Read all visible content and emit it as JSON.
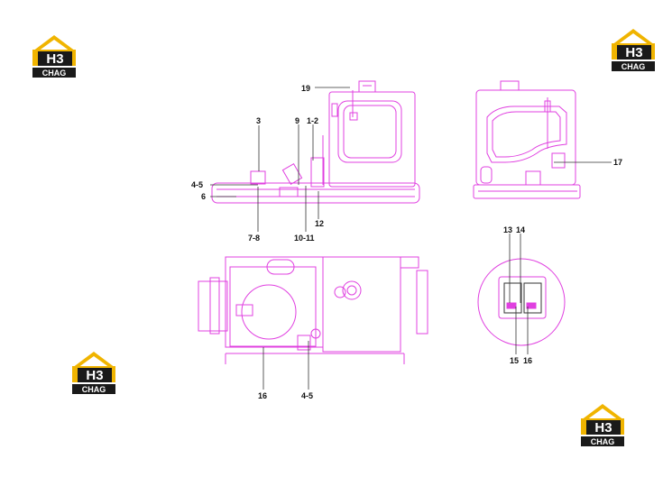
{
  "logos": [
    {
      "mark": "H3",
      "brand": "CHAG"
    },
    {
      "mark": "H3",
      "brand": "CHAG"
    },
    {
      "mark": "H3",
      "brand": "CHAG"
    },
    {
      "mark": "H3",
      "brand": "CHAG"
    }
  ],
  "callouts": {
    "c19": "19",
    "c3": "3",
    "c9": "9",
    "c1_2": "1-2",
    "c4_5_top": "4-5",
    "c6": "6",
    "c12": "12",
    "c7_8": "7-8",
    "c10_11": "10-11",
    "c17": "17",
    "c13": "13",
    "c14": "14",
    "c15": "15",
    "c16_right": "16",
    "c16_bottom": "16",
    "c4_5_bottom": "4-5"
  },
  "colors": {
    "drawing": "#e040e0",
    "leader": "#333333",
    "logo_gold": "#f0b400",
    "logo_dark": "#1a1a1a"
  }
}
